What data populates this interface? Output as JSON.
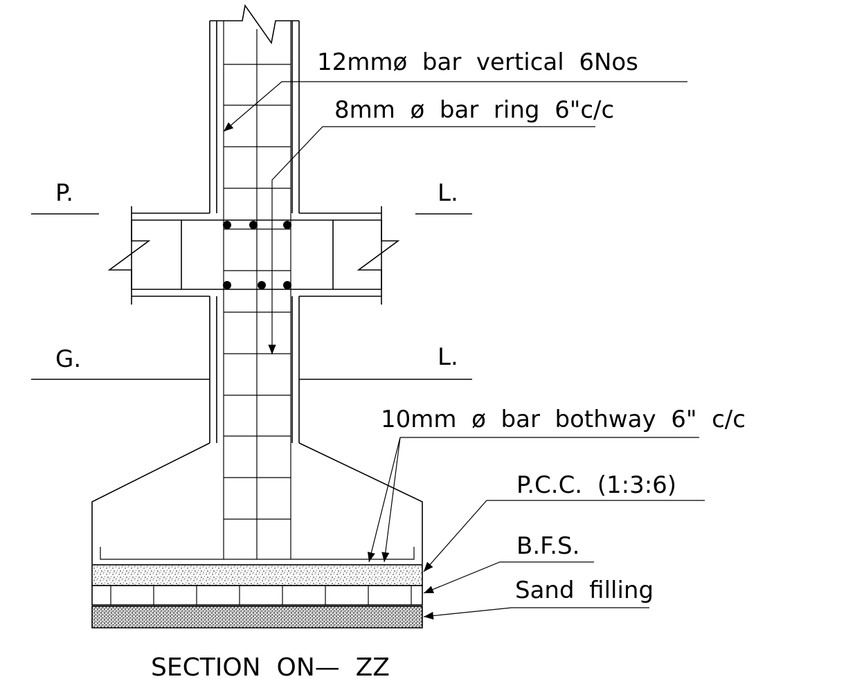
{
  "labels": {
    "vertical_bars": "12mmø  bar  vertical  6Nos",
    "ring_bars": "8mm  ø  bar  ring  6\"c/c",
    "plinth_left": "P.",
    "plinth_right": "L.",
    "ground_left": "G.",
    "ground_right": "L.",
    "base_bars": "10mm  ø  bar  bothway  6\"  c/c",
    "pcc": "P.C.C.  (1:3:6)",
    "bfs": "B.F.S.",
    "sand": "Sand  filling",
    "section_title": "SECTION  ON—  ZZ"
  }
}
